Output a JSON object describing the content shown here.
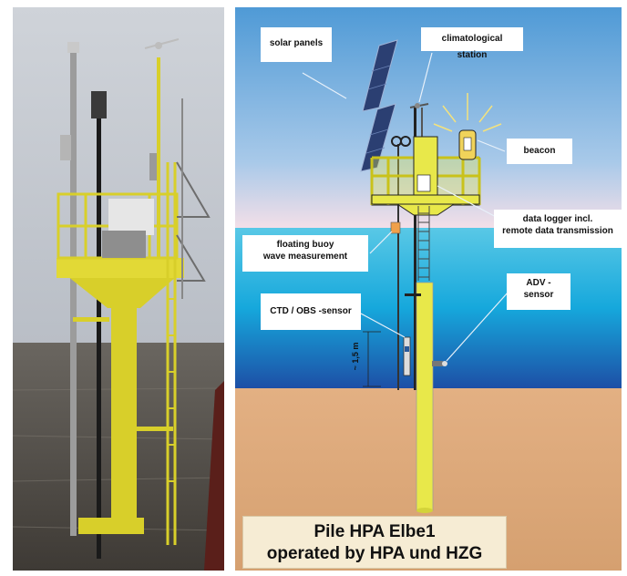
{
  "labels": {
    "solar_panels": "solar panels",
    "climatological_station": "climatological station",
    "beacon": "beacon",
    "data_logger_line1": "data logger incl.",
    "data_logger_line2": "remote data transmission",
    "floating_buoy_line1": "floating buoy",
    "floating_buoy_line2": "wave measurement",
    "ctd_obs": "CTD / OBS -sensor",
    "adv_line1": "ADV -",
    "adv_line2": "sensor",
    "depth": "~ 1,5 m"
  },
  "title": {
    "line1": "Pile HPA Elbe1",
    "line2": "operated by HPA und HZG"
  },
  "colors": {
    "structure_yellow": "#e8e84a",
    "sky_top": "#5ea7dc",
    "water": "#1ba6d8",
    "seabed": "#d9a77d",
    "title_bg": "#f6ecd4"
  }
}
